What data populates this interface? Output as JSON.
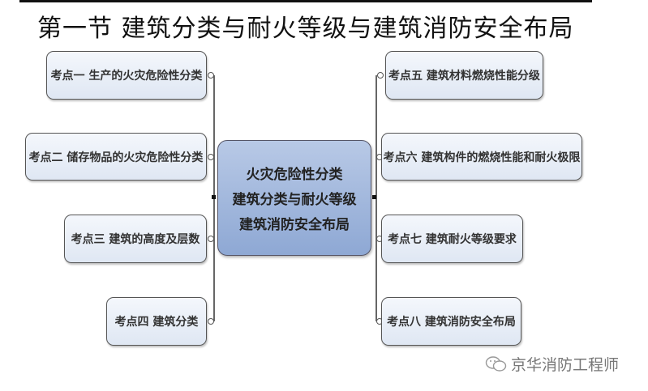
{
  "title": "第一节  建筑分类与耐火等级与建筑消防安全布局",
  "center": {
    "lines": [
      "火灾危险性分类",
      "建筑分类与耐火等级",
      "建筑消防安全布局"
    ]
  },
  "left_nodes": [
    {
      "label": "考点一  生产的火灾危险性分类"
    },
    {
      "label": "考点二  储存物品的火灾危险性分类"
    },
    {
      "label": "考点三  建筑的高度及层数"
    },
    {
      "label": "考点四  建筑分类"
    }
  ],
  "right_nodes": [
    {
      "label": "考点五  建筑材料燃烧性能分级"
    },
    {
      "label": "考点六  建筑构件的燃烧性能和耐火极限"
    },
    {
      "label": "考点七  建筑耐火等级要求"
    },
    {
      "label": "考点八  建筑消防安全布局"
    }
  ],
  "watermark": {
    "icon": "wechat-icon",
    "text": "京华消防工程师"
  }
}
